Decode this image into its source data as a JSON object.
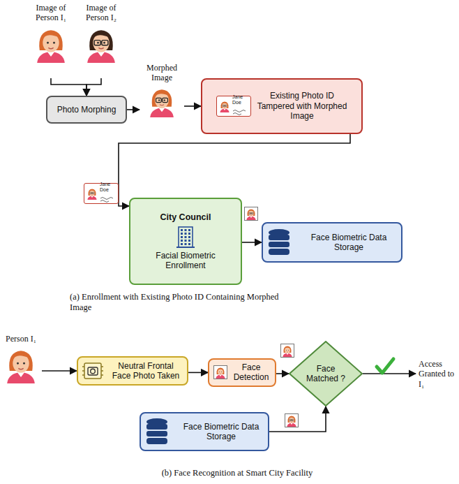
{
  "diagram": {
    "nodes": [
      {
        "text": [
          "Image of Person I₁"
        ]
      },
      {
        "text": [
          "Image of Person I₂"
        ]
      },
      {
        "text": [
          "Photo Morphing"
        ]
      },
      {
        "text": [
          "Morphed Image"
        ]
      },
      {
        "text": [
          "Existing Photo ID Tampered with Morphed Image"
        ]
      },
      {
        "text": [
          "City Council",
          "Facial Biometric Enrollment"
        ]
      },
      {
        "text": [
          "Face Biometric Data Storage"
        ]
      },
      {
        "text": [
          "Person I₁"
        ]
      },
      {
        "text": [
          "Neutral Frontal Face Photo Taken"
        ]
      },
      {
        "text": [
          "Face Detection"
        ]
      },
      {
        "text": [
          "Face Matched ?"
        ]
      },
      {
        "text": [
          "Face Biometric Data Storage"
        ]
      }
    ],
    "edges": [
      {
        "from": 0,
        "to": 2,
        "arrow": "to"
      },
      {
        "from": 1,
        "to": 2,
        "arrow": "to"
      },
      {
        "from": 2,
        "to": 3,
        "arrow": "to"
      },
      {
        "from": 3,
        "to": 4,
        "arrow": "to"
      },
      {
        "from": 4,
        "to": 5,
        "arrow": "to"
      },
      {
        "from": 5,
        "to": 6,
        "arrow": "to"
      },
      {
        "from": 7,
        "to": 8,
        "arrow": "to"
      },
      {
        "from": 8,
        "to": 9,
        "arrow": "to"
      },
      {
        "from": 9,
        "to": 10,
        "arrow": "to"
      },
      {
        "from": 11,
        "to": 10,
        "arrow": "to"
      }
    ],
    "labels": [
      "Jane Doe",
      "Jane Doe",
      "Access Granted to I₁",
      "(a) Enrollment with Existing Photo ID Containing Morphed Image",
      "(b) Face Recognition at Smart City Facility"
    ]
  }
}
